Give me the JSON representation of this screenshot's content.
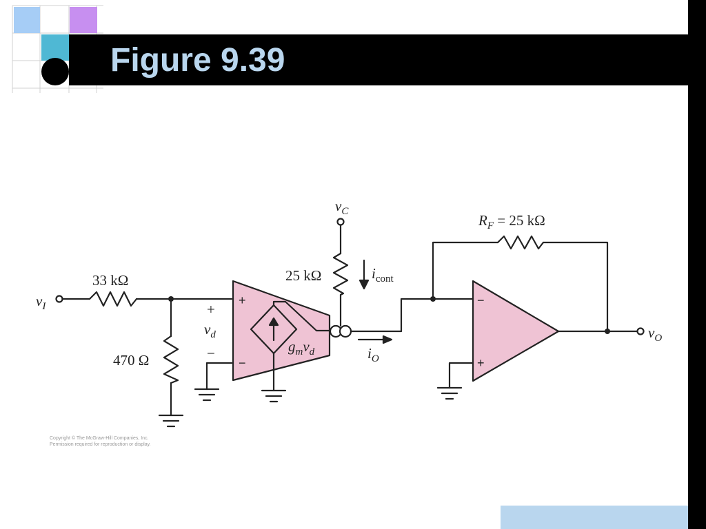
{
  "slide": {
    "title": "Figure 9.39",
    "copyright": [
      "Copyright © The McGraw-Hill Companies, Inc.",
      "Permission required for reproduction or display."
    ]
  },
  "circuit": {
    "input_label_base": "v",
    "input_label_sub": "I",
    "r_in": "33 kΩ",
    "r_ground": "470 Ω",
    "vd_base": "v",
    "vd_sub": "d",
    "plus": "+",
    "minus": "−",
    "ota_in_plus": "+",
    "ota_in_minus": "−",
    "gm_base1": "g",
    "gm_sub1": "m",
    "gm_base2": "v",
    "gm_sub2": "d",
    "vc_base": "v",
    "vc_sub": "C",
    "r_control": "25 kΩ",
    "icont_base": "i",
    "icont_sub": "cont",
    "io_base": "i",
    "io_sub": "O",
    "rf_base": "R",
    "rf_sub": "F",
    "rf_value": " = 25 kΩ",
    "opamp_minus": "−",
    "opamp_plus": "+",
    "output_base": "v",
    "output_sub": "O"
  },
  "colors": {
    "amp_fill": "#efc3d4",
    "wire": "#222222",
    "title_text": "#b9d6ee",
    "accent_light_blue": "#a6cdf6",
    "accent_violet": "#c78ff0",
    "accent_teal": "#4fb8d4"
  }
}
